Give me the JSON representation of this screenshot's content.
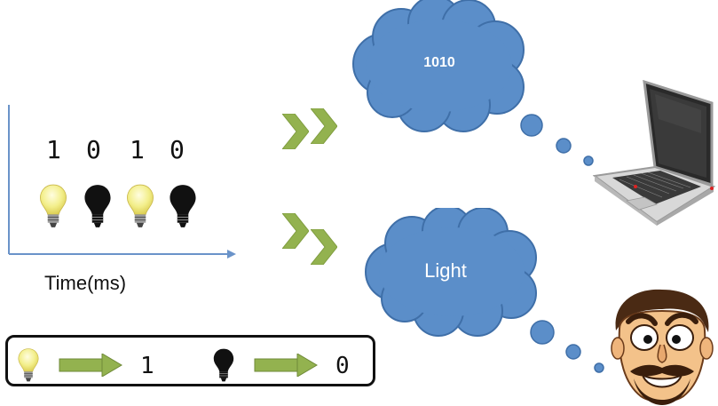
{
  "timeline": {
    "bits": [
      "1",
      "0",
      "1",
      "0"
    ],
    "bulbs": [
      "on",
      "off",
      "on",
      "off"
    ],
    "axis_label": "Time(ms)"
  },
  "clouds": {
    "top_text": "1010",
    "bottom_text": "Light"
  },
  "legend": {
    "on_value": "1",
    "off_value": "0"
  },
  "colors": {
    "axis": "#6a93c9",
    "cloud_fill": "#5b8ec9",
    "cloud_stroke": "#3f6fa8",
    "chevron": "#93b24f",
    "arrow": "#93b24f",
    "bulb_on": "#f3ef8c",
    "bulb_off": "#111111"
  },
  "icons": {
    "receiver_top": "laptop-icon",
    "receiver_bottom": "smiling-face-icon"
  }
}
